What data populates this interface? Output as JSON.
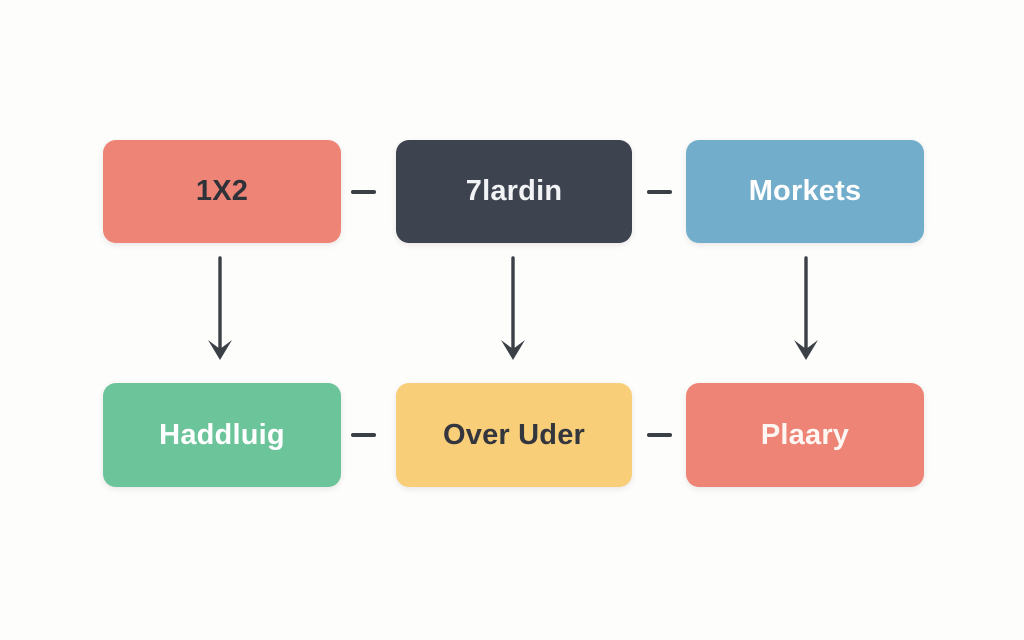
{
  "diagram": {
    "background_color": "#fdfdfc",
    "connector_color": "#3b3f46",
    "arrow_color": "#3b3f46",
    "nodes": [
      {
        "id": "node-1x2",
        "label": "1X2",
        "fill": "#ED8476",
        "text_color": "#2f3239",
        "row": 0,
        "col": 0
      },
      {
        "id": "node-7lardin",
        "label": "7lardin",
        "fill": "#3E4350",
        "text_color": "#f2f3f5",
        "row": 0,
        "col": 1
      },
      {
        "id": "node-morkets",
        "label": "Morkets",
        "fill": "#72AECB",
        "text_color": "#ffffff",
        "row": 0,
        "col": 2
      },
      {
        "id": "node-haddluig",
        "label": "Haddluig",
        "fill": "#6CC49B",
        "text_color": "#ffffff",
        "row": 1,
        "col": 0
      },
      {
        "id": "node-over-uder",
        "label": "Over Uder",
        "fill": "#F8CE79",
        "text_color": "#33363d",
        "row": 1,
        "col": 1
      },
      {
        "id": "node-plaary",
        "label": "Plaary",
        "fill": "#ED8476",
        "text_color": "#fdf6f3",
        "row": 1,
        "col": 2
      }
    ],
    "connectors": [
      {
        "id": "connector-1x2-7lardin",
        "from": "node-1x2",
        "to": "node-7lardin",
        "style": "line"
      },
      {
        "id": "connector-7lardin-morkets",
        "from": "node-7lardin",
        "to": "node-morkets",
        "style": "line"
      },
      {
        "id": "connector-haddluig-over-uder",
        "from": "node-haddluig",
        "to": "node-over-uder",
        "style": "line"
      },
      {
        "id": "connector-over-uder-plaary",
        "from": "node-over-uder",
        "to": "node-plaary",
        "style": "line"
      }
    ],
    "arrows": [
      {
        "id": "arrow-1x2-haddluig",
        "from": "node-1x2",
        "to": "node-haddluig",
        "direction": "down"
      },
      {
        "id": "arrow-7lardin-over-uder",
        "from": "node-7lardin",
        "to": "node-over-uder",
        "direction": "down"
      },
      {
        "id": "arrow-morkets-plaary",
        "from": "node-morkets",
        "to": "node-plaary",
        "direction": "down"
      }
    ]
  }
}
